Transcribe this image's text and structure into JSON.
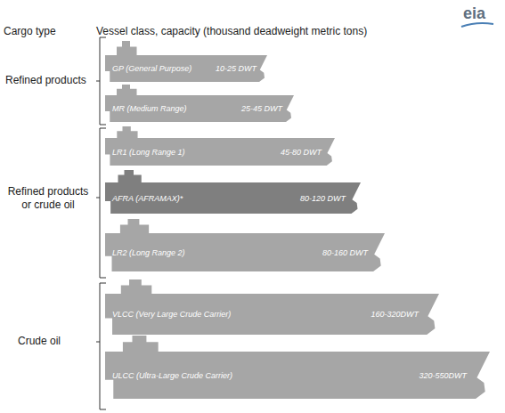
{
  "diagram": {
    "nodes": [
      {
        "text": [
          "GP (General Purpose)",
          "10-25 DWT"
        ]
      },
      {
        "text": [
          "MR (Medium Range)",
          "25-45 DWT"
        ]
      },
      {
        "text": [
          "LR1 (Long Range 1)",
          "45-80 DWT"
        ]
      },
      {
        "text": [
          "AFRA (AFRAMAX)*",
          "80-120 DWT"
        ]
      },
      {
        "text": [
          "LR2 (Long Range 2)",
          "80-160 DWT"
        ]
      },
      {
        "text": [
          "VLCC (Very Large Crude Carrier)",
          "160-320DWT"
        ]
      },
      {
        "text": [
          "ULCC (Ultra-Large Crude Carrier)",
          "320-550DWT"
        ]
      }
    ],
    "labels": [
      "Cargo type",
      "Vessel class, capacity (thousand deadweight metric tons)",
      "Refined products",
      "Refined products or crude oil",
      "Crude oil",
      "eia"
    ]
  }
}
